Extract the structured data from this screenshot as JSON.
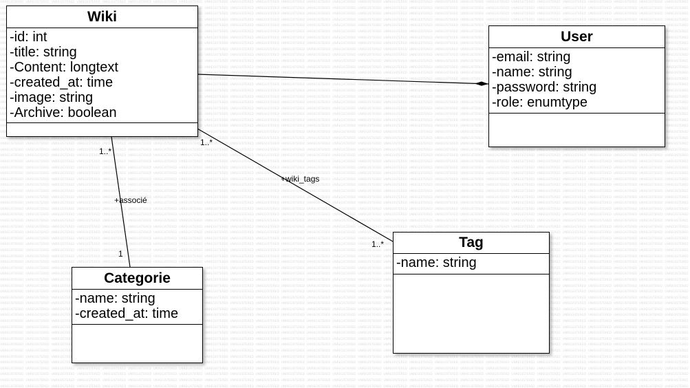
{
  "classes": {
    "wiki": {
      "name": "Wiki",
      "attributes": [
        "-id: int",
        "-title: string",
        "-Content: longtext",
        "-created_at: time",
        "-image: string",
        "-Archive: boolean"
      ]
    },
    "user": {
      "name": "User",
      "attributes": [
        "-email: string",
        "-name: string",
        "-password: string",
        "-role: enumtype"
      ]
    },
    "categorie": {
      "name": "Categorie",
      "attributes": [
        "-name: string",
        "-created_at: time"
      ]
    },
    "tag": {
      "name": "Tag",
      "attributes": [
        "-name: string"
      ]
    }
  },
  "associations": {
    "wiki_categorie": {
      "label": "+associé",
      "source_multiplicity": "1..*",
      "target_multiplicity": "1"
    },
    "wiki_tag": {
      "label": "+wiki_tags",
      "source_multiplicity": "1..*",
      "target_multiplicity": "1..*"
    }
  },
  "watermark_text": "UNREGISTERED"
}
